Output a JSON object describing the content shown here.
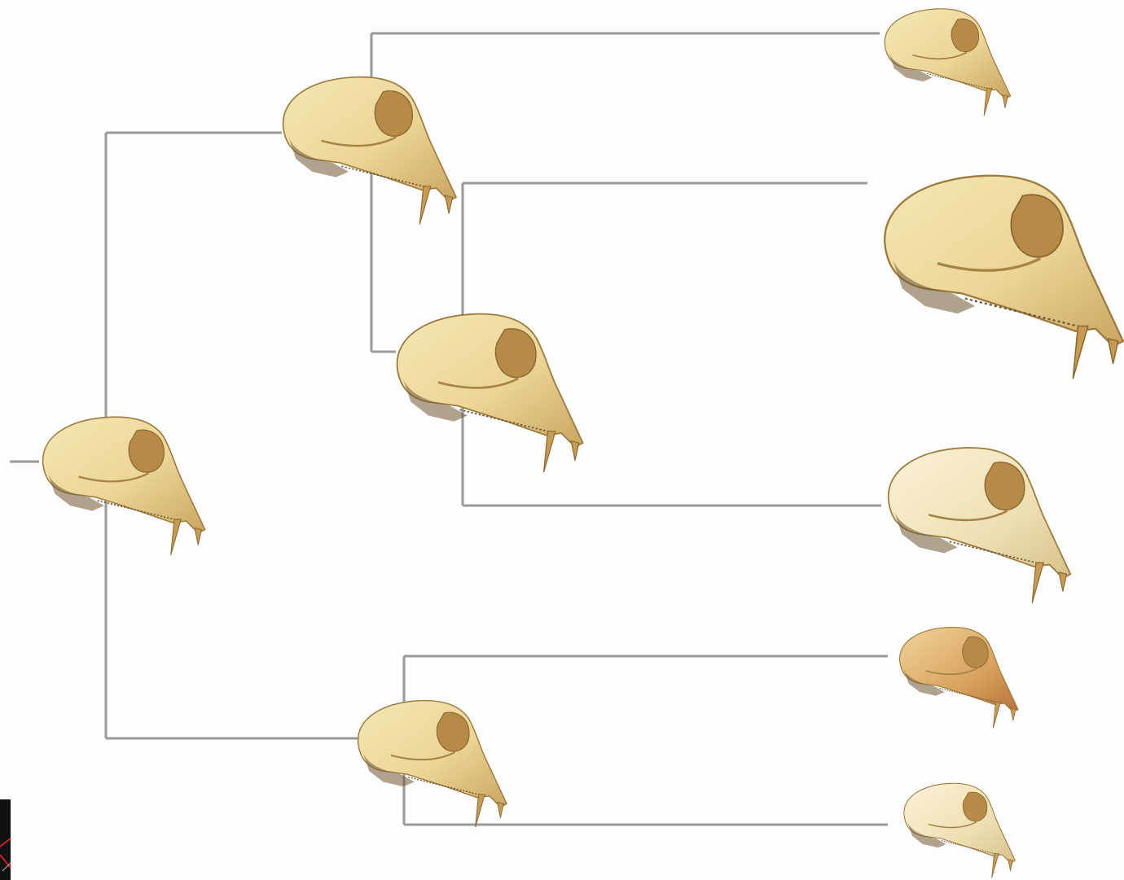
{
  "diagram": {
    "type": "phylogenetic-tree",
    "colors": {
      "background": "#fdfdfd",
      "branch": "#9a9a9a",
      "skull": "#ecd596",
      "skull_dark_variant": "#d9a35f"
    },
    "nodes": [
      {
        "id": "root",
        "kind": "ancestral-skull"
      },
      {
        "id": "upper-clade",
        "kind": "ancestral-skull"
      },
      {
        "id": "middle-clade",
        "kind": "ancestral-skull"
      },
      {
        "id": "lower-clade",
        "kind": "ancestral-skull"
      },
      {
        "id": "leaf-1",
        "kind": "extant-skull"
      },
      {
        "id": "leaf-2",
        "kind": "extant-skull"
      },
      {
        "id": "leaf-3",
        "kind": "extant-skull"
      },
      {
        "id": "leaf-4",
        "kind": "extant-skull"
      },
      {
        "id": "leaf-5",
        "kind": "extant-skull"
      }
    ],
    "edges": [
      [
        "root",
        "upper-clade"
      ],
      [
        "root",
        "lower-clade"
      ],
      [
        "upper-clade",
        "leaf-1"
      ],
      [
        "upper-clade",
        "middle-clade"
      ],
      [
        "middle-clade",
        "leaf-2"
      ],
      [
        "middle-clade",
        "leaf-3"
      ],
      [
        "lower-clade",
        "leaf-4"
      ],
      [
        "lower-clade",
        "leaf-5"
      ]
    ]
  },
  "icons": {
    "skull": "primate-skull-icon",
    "corner": "corner-logo-icon"
  }
}
